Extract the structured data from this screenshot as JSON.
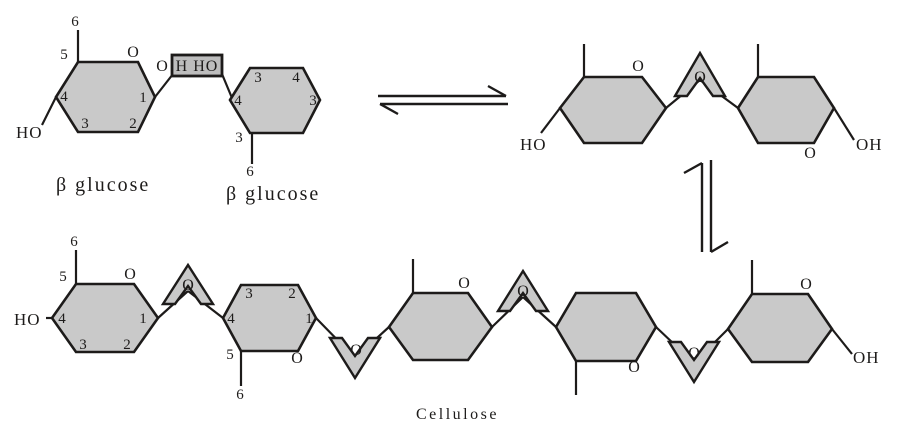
{
  "colors": {
    "ring_fill": "#c9c9c9",
    "stroke": "#1d1b1a",
    "box_fill": "#bdbdbd"
  },
  "top_left": {
    "g1": {
      "n6": "6",
      "n5": "5",
      "ringO": "O",
      "n1": "1",
      "n2": "2",
      "n3": "3",
      "n4": "4",
      "ho": "HO",
      "label": "β glucose"
    },
    "bridge": {
      "o": "O",
      "box": "H HO"
    },
    "g2": {
      "tl": "3",
      "tr": "4",
      "l": "4",
      "r": "3",
      "bl": "3",
      "n6": "6",
      "label": "β glucose"
    }
  },
  "top_right": {
    "ho": "HO",
    "ringO1": "O",
    "bridgeO": "O",
    "ringO2": "O",
    "oh": "OH"
  },
  "bottom": {
    "g1": {
      "n6": "6",
      "n5": "5",
      "ringO": "O",
      "n1": "1",
      "n2": "2",
      "n3": "3",
      "n4": "4",
      "ho": "HO"
    },
    "b1o": "O",
    "g2": {
      "tl": "3",
      "tr": "2",
      "l": "4",
      "r": "1",
      "bl": "5",
      "ringO": "O",
      "n6": "6"
    },
    "b2o": "O",
    "g3": {
      "ringO": "O"
    },
    "b3o": "O",
    "g4": {
      "ringO": "O"
    },
    "b4o": "O",
    "g5": {
      "ringO": "O",
      "oh": "OH"
    },
    "label": "Cellulose"
  }
}
